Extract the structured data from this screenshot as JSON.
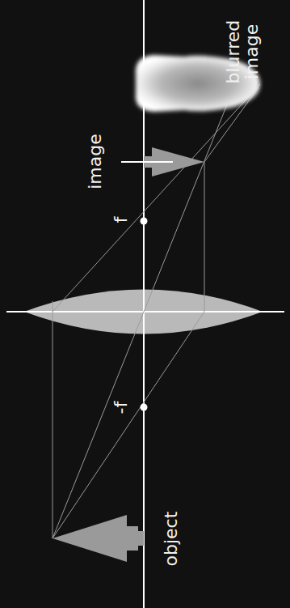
{
  "diagram": {
    "labels": [
      "object",
      "-f",
      "f",
      "image",
      "blurred image"
    ]
  }
}
